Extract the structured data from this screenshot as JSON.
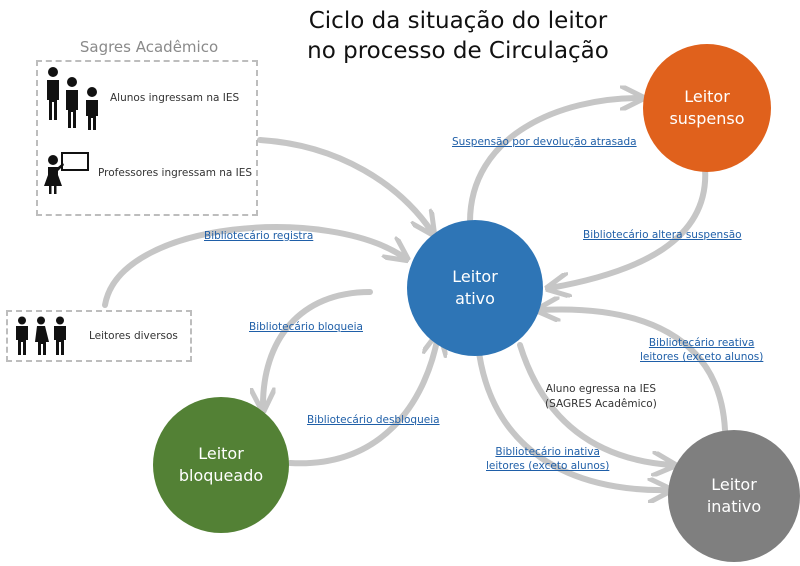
{
  "title": {
    "line1": "Ciclo da situação do leitor",
    "line2": "no processo de Circulação"
  },
  "sagres_box": {
    "title": "Sagres Acadêmico",
    "students": "Alunos ingressam na IES",
    "professors": "Professores ingressam na IES"
  },
  "readers_box": {
    "label": "Leitores diversos"
  },
  "nodes": {
    "ativo": {
      "line1": "Leitor",
      "line2": "ativo",
      "color": "#2e75b6"
    },
    "suspenso": {
      "line1": "Leitor",
      "line2": "suspenso",
      "color": "#e0611c"
    },
    "bloqueado": {
      "line1": "Leitor",
      "line2": "bloqueado",
      "color": "#538135"
    },
    "inativo": {
      "line1": "Leitor",
      "line2": "inativo",
      "color": "#7f7f7f"
    }
  },
  "links": {
    "suspensao": "Suspensão por devolução atrasada",
    "altera_suspensao": "Bibliotecário altera suspensão",
    "registra": "Bibliotecário registra",
    "bloqueia": "Bibliotecário bloqueia",
    "desbloqueia": "Bibliotecário desbloqueia",
    "reativa_1": "Bibliotecário reativa",
    "reativa_2": "leitores (exceto alunos)",
    "inativa_1": "Bibliotecário inativa",
    "inativa_2": "leitores (exceto alunos)"
  },
  "notes": {
    "egressa_1": "Aluno egressa na IES",
    "egressa_2": "(SAGRES Acadêmico)"
  },
  "colors": {
    "arrow": "#c6c6c6",
    "link": "#1f5fa8"
  }
}
